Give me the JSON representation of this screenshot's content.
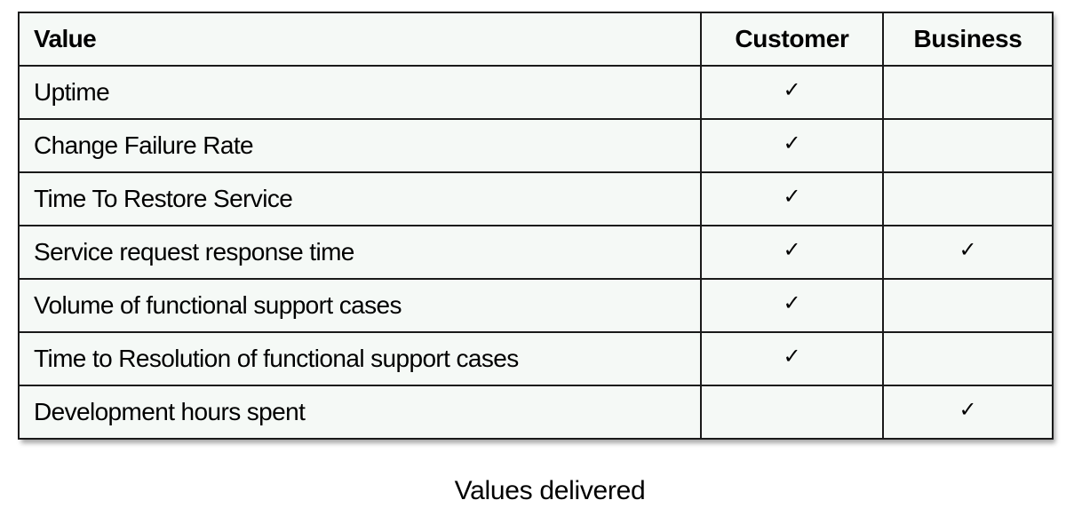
{
  "table": {
    "headers": {
      "value": "Value",
      "customer": "Customer",
      "business": "Business"
    },
    "check_glyph": "✓",
    "rows": [
      {
        "value": "Uptime",
        "customer": "✓",
        "business": ""
      },
      {
        "value": "Change Failure Rate",
        "customer": "✓",
        "business": ""
      },
      {
        "value": "Time To Restore Service",
        "customer": "✓",
        "business": ""
      },
      {
        "value": "Service request response time",
        "customer": "✓",
        "business": "✓"
      },
      {
        "value": "Volume of functional support cases",
        "customer": "✓",
        "business": ""
      },
      {
        "value": "Time to Resolution of functional support cases",
        "customer": "✓",
        "business": ""
      },
      {
        "value": "Development hours spent",
        "customer": "",
        "business": "✓"
      }
    ]
  },
  "caption": "Values delivered",
  "colors": {
    "table_background": "#f5f9f6",
    "border": "#1a1a1a",
    "text": "#000000"
  }
}
